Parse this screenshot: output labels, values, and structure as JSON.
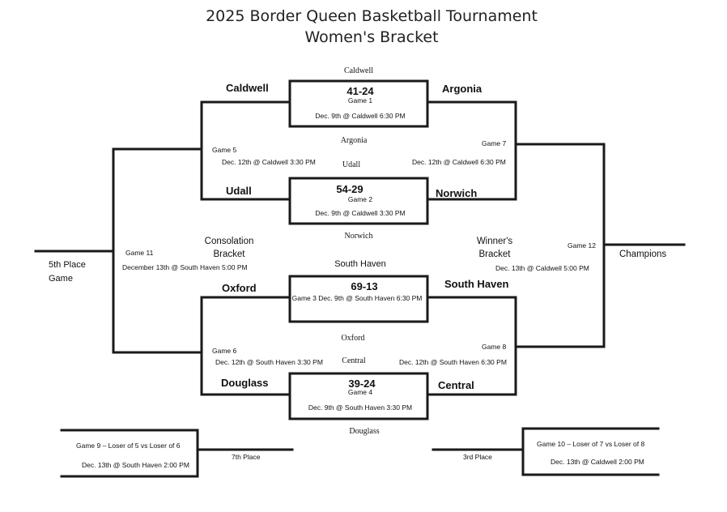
{
  "title": {
    "line1": "2025 Border Queen Basketball Tournament",
    "line2": "Women's Bracket"
  },
  "game1": {
    "top_label": "Caldwell",
    "team_left": "Caldwell",
    "team_right": "Argonia",
    "score": "41-24",
    "name": "Game 1",
    "schedule": "Dec. 9th @ Caldwell 6:30 PM",
    "bottom_label": "Argonia"
  },
  "game2": {
    "top_label": "Udall",
    "team_left": "Udall",
    "team_right": "Norwich",
    "score": "54-29",
    "name": "Game 2",
    "schedule": "Dec. 9th @ Caldwell 3:30 PM",
    "bottom_label": "Norwich"
  },
  "game3": {
    "top_label": "South Haven",
    "team_left": "Oxford",
    "team_right": "South Haven",
    "score": "69-13",
    "name_schedule": "Game 3 Dec. 9th @ South Haven 6:30 PM",
    "bottom_label": "Oxford"
  },
  "game4": {
    "top_label": "Central",
    "team_left": "Douglass",
    "team_right": "Central",
    "score": "39-24",
    "name": "Game 4",
    "schedule": "Dec. 9th @ South Haven 3:30 PM",
    "bottom_label": "Douglass"
  },
  "game5": {
    "name": "Game 5",
    "schedule": "Dec. 12th @ Caldwell 3:30 PM"
  },
  "game6": {
    "name": "Game 6",
    "schedule": "Dec. 12th @ South Haven 3:30 PM"
  },
  "game7": {
    "name": "Game 7",
    "schedule": "Dec. 12th @ Caldwell 6:30 PM"
  },
  "game8": {
    "name": "Game 8",
    "schedule": "Dec. 12th @ South Haven 6:30 PM"
  },
  "game11": {
    "name": "Game 11",
    "schedule": "December 13th @ South Haven 5:00 PM"
  },
  "game12": {
    "name": "Game 12",
    "schedule": "Dec. 13th @ Caldwell 5:00 PM"
  },
  "consolation_bracket": {
    "line1": "Consolation",
    "line2": "Bracket"
  },
  "winners_bracket": {
    "line1": "Winner's",
    "line2": "Bracket"
  },
  "fifth_place": {
    "line1": "5th Place",
    "line2": "Game"
  },
  "champions": "Champions",
  "game9": {
    "title": "Game 9 – Loser of 5 vs Loser of 6",
    "schedule": "Dec. 13th @ South Haven 2:00 PM",
    "result_label": "7th Place"
  },
  "game10": {
    "title": "Game 10 – Loser of 7 vs Loser of 8",
    "schedule": "Dec. 13th @ Caldwell 2:00 PM",
    "result_label": "3rd Place"
  },
  "colors": {
    "lines": "#1a1a1a",
    "text": "#111111",
    "title": "#222222"
  }
}
